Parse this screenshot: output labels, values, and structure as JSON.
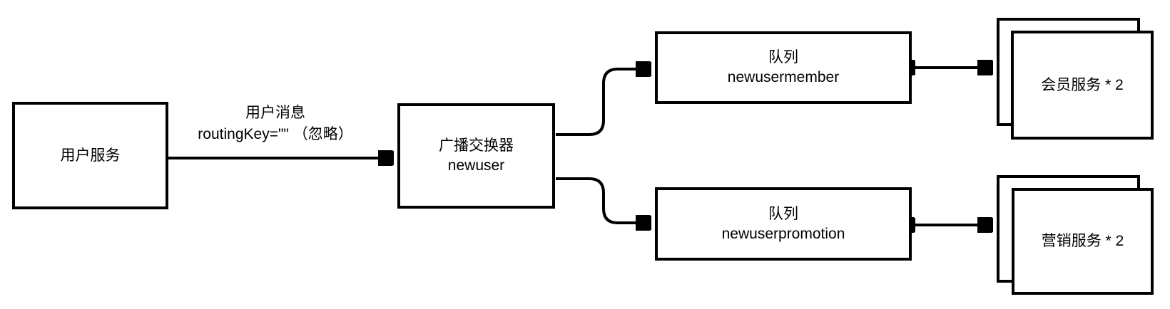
{
  "diagram": {
    "background_color": "#ffffff",
    "stroke_color": "#000000",
    "nodes": {
      "user_service": {
        "label": "用户服务"
      },
      "exchange": {
        "label": "广播交换器",
        "sublabel": "newuser"
      },
      "queue_member": {
        "label": "队列",
        "sublabel": "newusermember"
      },
      "queue_promotion": {
        "label": "队列",
        "sublabel": "newuserpromotion"
      },
      "member_service": {
        "label": "会员服务 * 2"
      },
      "promotion_service": {
        "label": "营销服务 * 2"
      }
    },
    "edges": {
      "publish": {
        "from": "user_service",
        "to": "exchange",
        "label_line1": "用户消息",
        "label_line2": "routingKey=\"\" （忽略）"
      },
      "exchange_to_queue_member": {
        "from": "exchange",
        "to": "queue_member"
      },
      "exchange_to_queue_promotion": {
        "from": "exchange",
        "to": "queue_promotion"
      },
      "queue_member_to_member_service": {
        "from": "queue_member",
        "to": "member_service",
        "bidirectional": true
      },
      "queue_promotion_to_promotion_service": {
        "from": "queue_promotion",
        "to": "promotion_service",
        "bidirectional": true
      }
    }
  }
}
